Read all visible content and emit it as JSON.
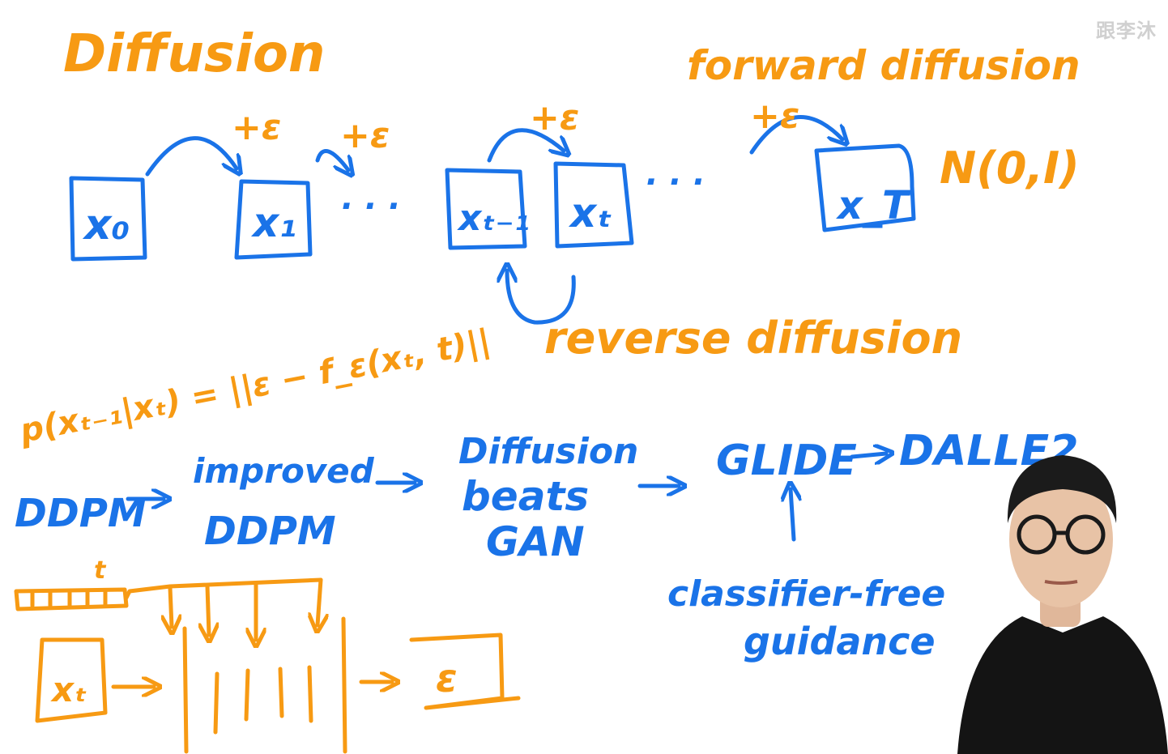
{
  "watermark": "跟李沐",
  "title": "Diffusion",
  "noise_label": "+ε",
  "forward_label": "forward diffusion",
  "reverse_label": "reverse diffusion",
  "gaussian_label": "N(0,I)",
  "ellipsis": "· · ·",
  "states": {
    "x0": "x₀",
    "x1": "x₁",
    "xt_minus_1": "xₜ₋₁",
    "xt": "xₜ",
    "xT": "x_T"
  },
  "loss": "p(xₜ₋₁|xₜ) = ||ε − f_ε(xₜ, t)||",
  "timeline": {
    "ddpm": "DDPM",
    "improved": "improved",
    "improved_ddpm": "DDPM",
    "beats_1": "Diffusion",
    "beats_2": "beats",
    "beats_3": "GAN",
    "glide": "GLIDE",
    "dalle2": "DALLE2",
    "guidance_1": "classifier-free",
    "guidance_2": "guidance"
  },
  "unet": {
    "t_label": "t",
    "input": "xₜ",
    "output": "ε"
  },
  "colors": {
    "orange": "#f79a13",
    "blue": "#1a73e8",
    "background": "#ffffff"
  }
}
